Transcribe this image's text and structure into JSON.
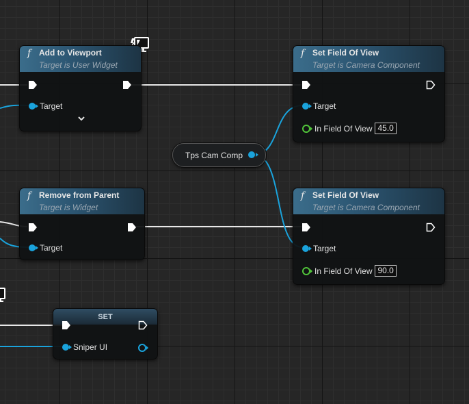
{
  "nodes": {
    "add_to_viewport": {
      "title": "Add to Viewport",
      "subtitle": "Target is User Widget",
      "target_label": "Target"
    },
    "set_fov_1": {
      "title": "Set Field Of View",
      "subtitle": "Target is Camera Component",
      "target_label": "Target",
      "fov_label": "In Field Of View",
      "fov_value": "45.0"
    },
    "set_fov_2": {
      "title": "Set Field Of View",
      "subtitle": "Target is Camera Component",
      "target_label": "Target",
      "fov_label": "In Field Of View",
      "fov_value": "90.0"
    },
    "remove_from_parent": {
      "title": "Remove from Parent",
      "subtitle": "Target is Widget",
      "target_label": "Target"
    },
    "tps_cam_comp": {
      "label": "Tps Cam Comp"
    },
    "set_sniper_ui": {
      "title": "SET",
      "var_label": "Sniper UI"
    }
  },
  "icons": {
    "function": "f",
    "client_only": "monitor-icon",
    "expand": "chevron-down-icon"
  },
  "colors": {
    "exec": "#ffffff",
    "object_pin": "#1aa3dc",
    "float_pin": "#51c43a",
    "header": "#3b6d8b"
  }
}
